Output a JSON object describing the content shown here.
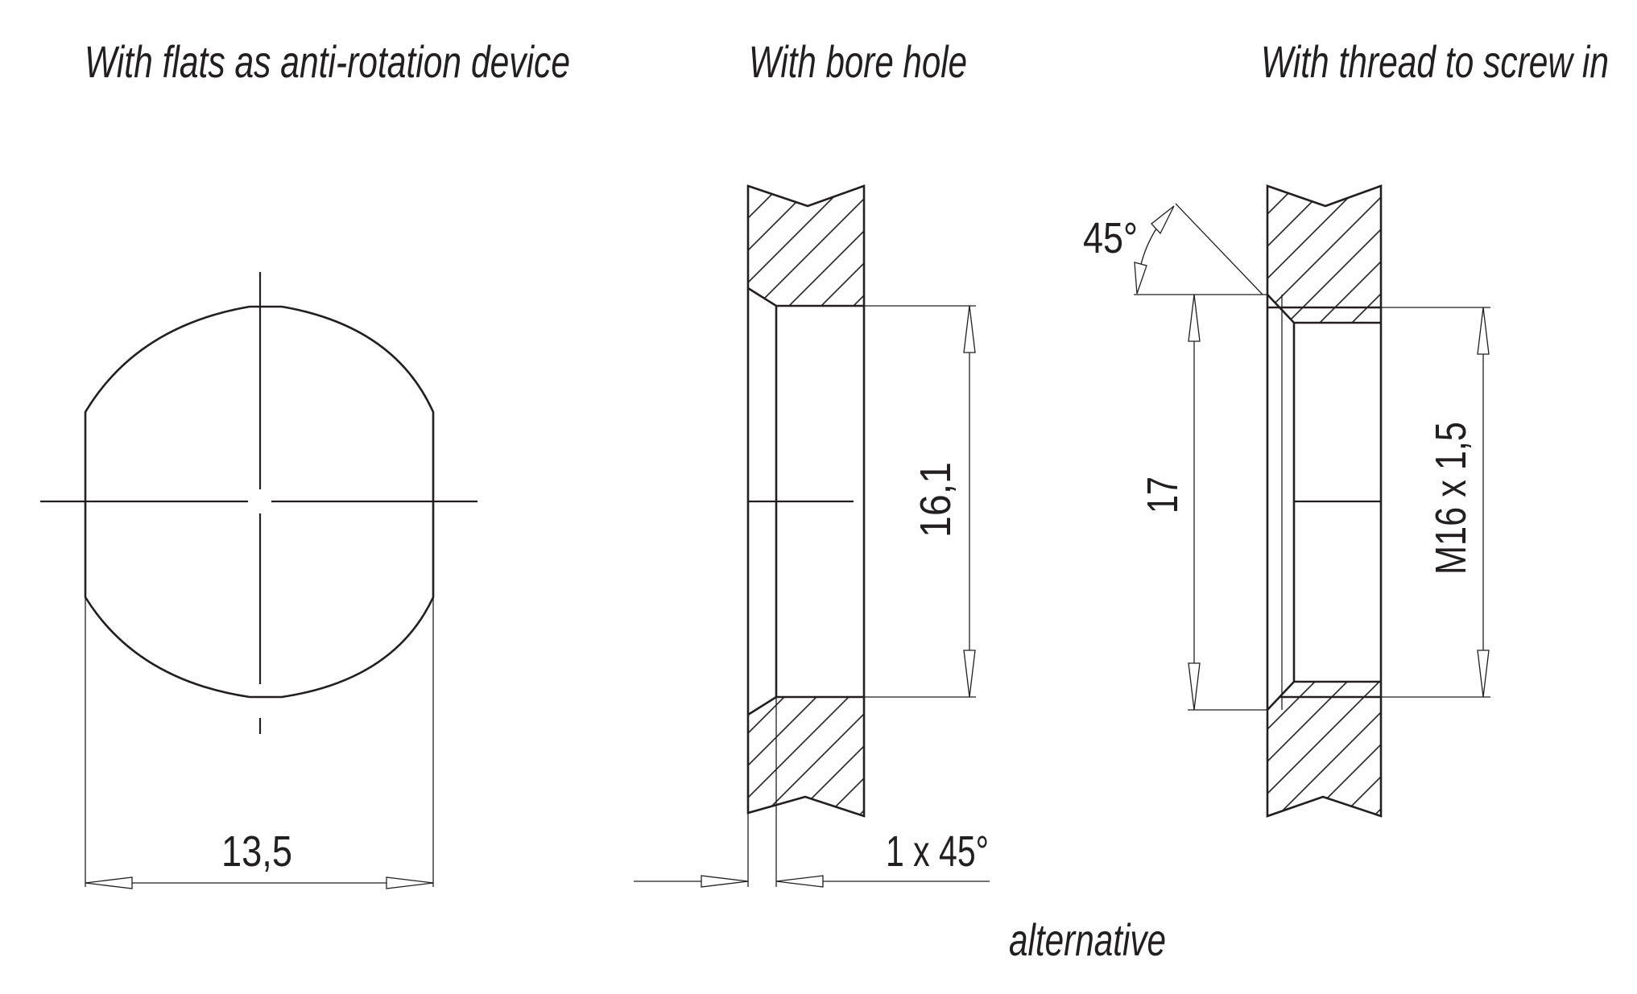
{
  "captions": {
    "flats": "With flats as anti-rotation device",
    "bore": "With bore hole",
    "thread": "With thread to screw in",
    "alternative": "alternative"
  },
  "dimensions": {
    "flats_width": "13,5",
    "bore_diameter": "16,1",
    "chamfer": "1 x 45°",
    "thread_outer_diameter": "17",
    "thread_size": "M16 x 1,5",
    "thread_angle": "45°"
  }
}
